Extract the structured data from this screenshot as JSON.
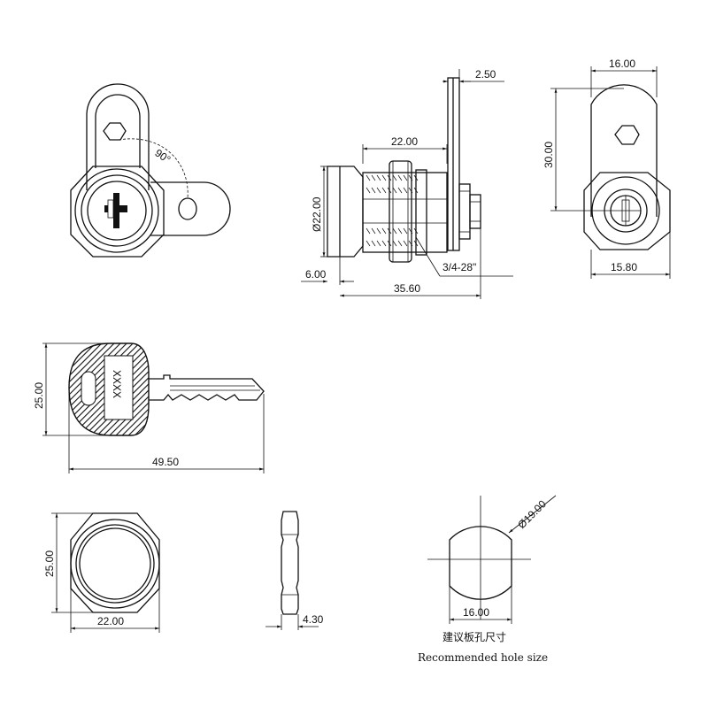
{
  "dimensions": {
    "cam_angle": "90°",
    "cam_thickness": "2.50",
    "thread_length": "22.00",
    "body_diameter": "Ø22.00",
    "thread_spec": "3/4-28\"",
    "head_depth": "6.00",
    "total_length": "35.60",
    "cam_width": "16.00",
    "cam_height": "30.00",
    "nut_flat_width": "15.80",
    "key_height": "25.00",
    "key_length": "49.50",
    "key_label": "XXXX",
    "nut_height": "25.00",
    "nut_width": "22.00",
    "nut_thickness": "4.30",
    "hole_diameter": "Ø19.00",
    "hole_flat_width": "16.00"
  },
  "caption": {
    "chinese": "建议板孔尺寸",
    "english": "Recommended hole size"
  }
}
